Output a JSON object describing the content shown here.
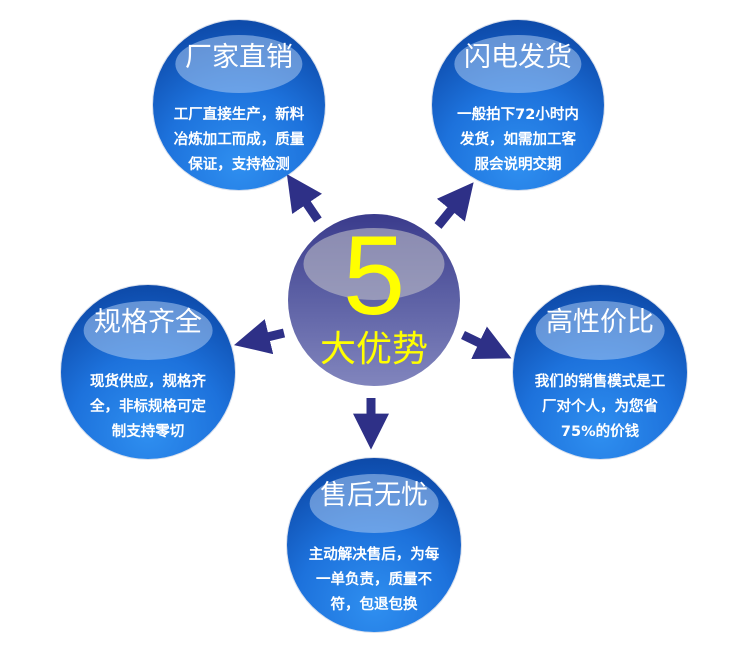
{
  "diagram": {
    "type": "hub-and-spoke",
    "colors": {
      "bubble_blue": "#1d72dc",
      "hub_purple": "#5a5ea3",
      "arrow": "#2e3087",
      "hub_text": "#ffff00",
      "bubble_text": "#ffffff"
    },
    "hub": {
      "number": "5",
      "label": "大优势"
    },
    "nodes": [
      {
        "id": "top-left",
        "title": "厂家直销",
        "lines": [
          "工厂直接生产，新料",
          "冶炼加工而成，质量",
          "保证，支持检测"
        ]
      },
      {
        "id": "top-right",
        "title": "闪电发货",
        "lines": [
          "一般拍下72小时内",
          "发货，如需加工客",
          "服会说明交期"
        ]
      },
      {
        "id": "left",
        "title": "规格齐全",
        "lines": [
          "现货供应，规格齐",
          "全，非标规格可定",
          "制支持零切"
        ]
      },
      {
        "id": "right",
        "title": "高性价比",
        "lines": [
          "我们的销售模式是工",
          "厂对个人，为您省",
          "75%的价钱"
        ]
      },
      {
        "id": "bottom",
        "title": "售后无忧",
        "lines": [
          "主动解决售后，为每",
          "一单负责，质量不",
          "符，包退包换"
        ]
      }
    ]
  }
}
